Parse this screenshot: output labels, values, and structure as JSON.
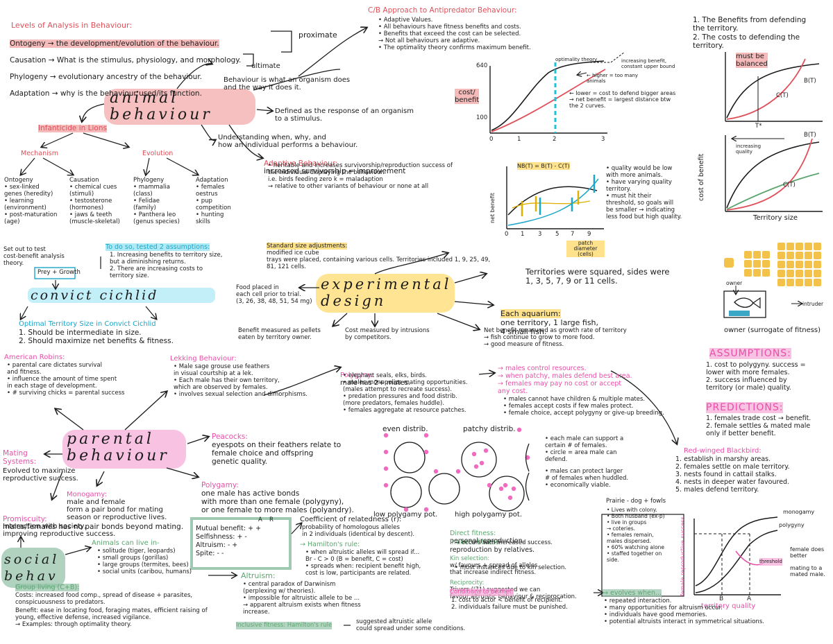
{
  "levels": {
    "title": "Levels of Analysis in Behaviour:",
    "lines": [
      "Ontogeny → the development/evolution of the behaviour.",
      "Causation → What is the stimulus, physiology, and morphology.",
      "Phylogeny → evolutionary ancestry of the behaviour.",
      "Adaptation → why is the behaviour used/its function."
    ],
    "proximate": "proximate",
    "ultimate": "ultimate"
  },
  "animal": {
    "title": "animal\nbehaviour",
    "def1": "Behaviour is what an organism does\nand the way it does it.",
    "def2": "Defined as the response of an organism\nto a stimulus.",
    "def3": "Understanding when, why, and\nhow an individual performs a behaviour."
  },
  "infanticide": {
    "title": "Infanticide in Lions",
    "mechanism": "Mechanism",
    "evolution": "Evolution",
    "ontogeny": "Ontogeny\n• sex-linked\ngenes (heredity)\n• learning\n(environment)\n• post-maturation\n(age)",
    "causation": "Causation\n• chemical cues\n(stimuli)\n• testosterone\n(hormones)\n• jaws & teeth\n(muscle-skeletal)",
    "phylogeny": "Phylogeny\n• mammalia\n(class)\n• Felidae\n(family)\n• Panthera leo\n(genus species)",
    "adaptation": "Adaptation\n• females\noestrus\n• pup\ncompetition\n• hunting\nskills"
  },
  "cb": {
    "title": "C/B Approach to Antipredator Behaviour:",
    "lines": "• Adaptive Values.\n• All behaviours have fitness benefits and costs.\n• Benefits that exceed the cost can be selected.\n→ Not all behaviours are adaptive.\n• The optimality theory confirms maximum benefit.",
    "graph_y": "cost/\nbenefit",
    "y_top": "640",
    "y_mid": "100",
    "x_ticks": [
      "0",
      "1",
      "2",
      "3"
    ],
    "note_optimality": "optimality theory",
    "note_increasing": "increasing benefit,\nconstant upper bound",
    "note_higher": "← higher = too many\nanimals",
    "note_lower": "← lower = cost to defend bigger areas\n→ net benefit = largest distance btw\nthe 2 curves."
  },
  "territory": {
    "line1": "1. The Benefits from defending\nthe territory.",
    "line2": "2. The costs to defending the\nterritory.",
    "balance": "must be\nbalanced",
    "bt": "B(T)",
    "ct": "C(T)",
    "tstar": "T*",
    "increasing": "increasing\nquality",
    "ylabel": "cost of benefit",
    "xlabel": "Territory size"
  },
  "adaptive": {
    "title": "Adaptive Behaviour:",
    "rest": "increased survivorship = improvement",
    "lines": "• heritable and increases survivorship/reproduction success of\nthe individual displaying the behaviour.\ni.e. birds feeding zero k = maladaption\n→ relative to other variants of behaviour or none at all",
    "equation": "NB(T) = B(T) - C(T)",
    "yaxis": "net benefit",
    "xaxis": "patch diameter (cells)",
    "x_ticks": [
      "0",
      "1",
      "3",
      "5",
      "7",
      "9"
    ],
    "notes": "• quality would be low\nwith more animals.\n• have varying quality\nterritory.\n• must hit their\nthreshold, so goals will\nbe smaller → indicating\nless food but high quality."
  },
  "experimental": {
    "title": "experimental\ndesign",
    "standard": "Standard size adjustments:",
    "standard_rest": "modified ice cube\ntrays were placed, containing various cells. Territories included 1, 9, 25, 49,\n81, 121 cells.",
    "squared": "Territories were squared, sides were\n1, 3, 5, 7, 9 or 11 cells.",
    "aquarium_label": "Each aquarium:",
    "aquarium_rest": "one territory, 1 large fish,\n4 small fish.",
    "owner": "owner (surrogate of fitness)",
    "intruder": "intruder",
    "owner_small": "owner",
    "food": "Food placed in\neach cell prior to trial.\n(3, 26, 38, 48, 51, 54 mg)",
    "benefit_measure": "Benefit measured as pellets\neaten by territory owner.",
    "cost_measure": "Cost measured by intrusions\nby competitors.",
    "net_measure": "Net benefit measured as growth rate of territory\n→ fish continue to grow to more food.\n→ good measure of fitness."
  },
  "cichlid": {
    "intro": "Set out to test\ncost-benefit analysis\ntheory.",
    "prey": "Prey + Growth",
    "title": "convict cichlid",
    "do_so": "To do so, tested 2 assumptions:",
    "assumptions": "1. Increasing benefits to territory size,\nbut a diminishing returns.\n2. There are increasing costs to\nterritory size.",
    "optimal": "Optimal Territory Size in Convict Cichlid",
    "conclusions": "1. Should be intermediate in size.\n2. Should maximize net benefits & fitness."
  },
  "parental": {
    "american": "American Robins:",
    "american_lines": "• parental care dictates survival\nand fitness.\n• influence the amount of time spent\nin each stage of development.\n• # surviving chicks = parental success",
    "lekking": "Lekking Behaviour:",
    "lekking_lines": "• Male sage grouse use feathers\nin visual courtship at a lek.\n• Each male has their own territory,\nwhich are observed by females.\n• involves sexual selection and dimorphisms.",
    "peacocks": "Peacocks:",
    "peacocks_rest": "eyespots on their feathers relate to\nfemale choice and offspring\ngenetic quality.",
    "title": "parental\nbehaviour",
    "mating": "Mating\nSystems:",
    "mating_rest": "Evolved to maximize\nreproductive success.",
    "monogamy": "Monogamy:",
    "monogamy_rest": "male and female\nform a pair bond for mating\nseason or reproductive lives.",
    "promiscuity": "Promiscuity:",
    "promiscuity_rest": "males/females has no pair bonds beyond mating.",
    "polygamy": "Polygamy:",
    "polygamy_rest": "one male has active bonds\nwith more than one female (polygyny),\nor one female to more males (polyandry)."
  },
  "polygyny": {
    "title": "Polygyny:",
    "title_rest": "male has 2+ mates.",
    "lines": "• elephant seals, elks, birds.\n• males monopolize mating opportunities.\n(males attempt to recreate success).\n• predation pressures and food distrib.\n(more predators, females huddle).\n• females aggregate at resource patches.",
    "right": "→ males control resources.\n→ when patchy, males defend best area.\n→ females may pay no cost or accept\nany cost.",
    "right2": "• males cannot have children & multiple mates.\n• females accept costs if few males protect.\n• female choice, accept polygyny or give-up breeding.",
    "even": "even distrib.",
    "patchy": "patchy distrib.",
    "notes1": "• each male can support a\ncertain # of females.\n• circle = area male can\ndefend.",
    "notes2": "• males can protect larger\n# of females when huddled.\n• economically viable.",
    "low": "low polygamy pot.",
    "high": "high polygamy pot."
  },
  "assumptions": {
    "title": "ASSUMPTIONS:",
    "lines": "1. cost to polygyny. success =\nlower with more females.\n2. success influenced by\nterritory (or male) quality.",
    "pred_title": "PREDICTIONS:",
    "pred_lines": "1. females trade cost → benefit.\n2. female settles & mated male\nonly if better benefit."
  },
  "blackbird": {
    "title": "Red-winged Blackbird:",
    "lines": "1. establish in marshy areas.\n2. females settle on male territory.\n3. nests found in cattail stalks.\n4. nests in deeper water favoured.\n5. males defend territory.",
    "prairie": "Prairie - dog + fowls",
    "prairie_lines": "• Lives with colony.\n• Both husband (ex-p)\n• live in groups\n→ coteries.\n• females remain,\nmales dispersed.\n• 60% watching alone\n• staffed together on\nside.",
    "monogamy": "monogamy",
    "polygyny": "polygyny",
    "threshold": "threshold",
    "female_better": "female does\nbetter",
    "mating_better": "mating to a\nmated male.",
    "ylabel": "female reproductive success",
    "xlabel": "territory quality",
    "b": "B",
    "a": "A"
  },
  "social": {
    "title": "social\nbehav",
    "interaction": "Interaction with society,\nimproving reproductive success.",
    "animals_title": "Animals can live in-",
    "animals_lines": "• solitude (tiger, leopards)\n• small groups (gorillas)\n• large groups (termites, bees)\n• social units (caribou, humans)",
    "group": "Group living (C+B):",
    "costs": "Costs: increased food comp., spread of disease + parasites,\nconspicuousness to predators.",
    "benefit": "Benefit: ease in locating food, foraging mates, efficient raising of\nyoung, effective defense, increased vigilance.\n→ Examples: through optimality theory.",
    "table": "Mutual benefit: + +\nSelfishness: + -\nAltruism: - +\nSpite: - -",
    "table_a": "A",
    "table_r": "R",
    "coef_title": "Coefficient of relatedness (r):",
    "coef_lines": "probability of homologous alleles\nin 2 individuals (identical by descent).",
    "hamilton": "→ Hamilton's rule:",
    "hamilton_lines": "• when altruistic alleles will spread if...\nBr - C > 0  (B = benefit, C = cost)\n• spreads when: recipient benefit high,\ncost is low, participants are related.",
    "altruism": "Altruism:",
    "altruism_lines": "• central paradox of Darwinism\n(perplexing w/ theories).\n• impossible for altruistic allele to be ...\n→ apparent altruism exists when fitness\nincrease.",
    "inclusive": "Inclusive fitness: Hamilton's rule",
    "suggested": "suggested altruistic allele\ncould spread under some conditions.",
    "direct": "Direct fitness:",
    "direct_rest": "personal reproduction.",
    "indirect": "Indirect fitness:",
    "indirect_rest": "reproduction by relatives.",
    "indirect_note": "→ occurs with increased success.",
    "kin": "Kin selection:",
    "kin_rest": "w/ favours + spread of alleles\nthat increase indirect fitness.",
    "kin_note": "• most instances due to kin selection.",
    "reciprocity": "Reciprocity:",
    "reciprocity_rest": "Trivers ('71) suggested we can\nfavour altruistic behaviour & reciprocation.",
    "conditions": "Conditions to be met:",
    "conditions_lines": "1. cost to actor < benefit of recipient.\n2. individuals failure must be punished.",
    "evolves": "→ evolves when...",
    "evolves_lines": "• repeated interaction.\n• many opportunities for altruism occur.\n• individuals have good memories.\n• potential altruists interact in symmetrical situations."
  }
}
